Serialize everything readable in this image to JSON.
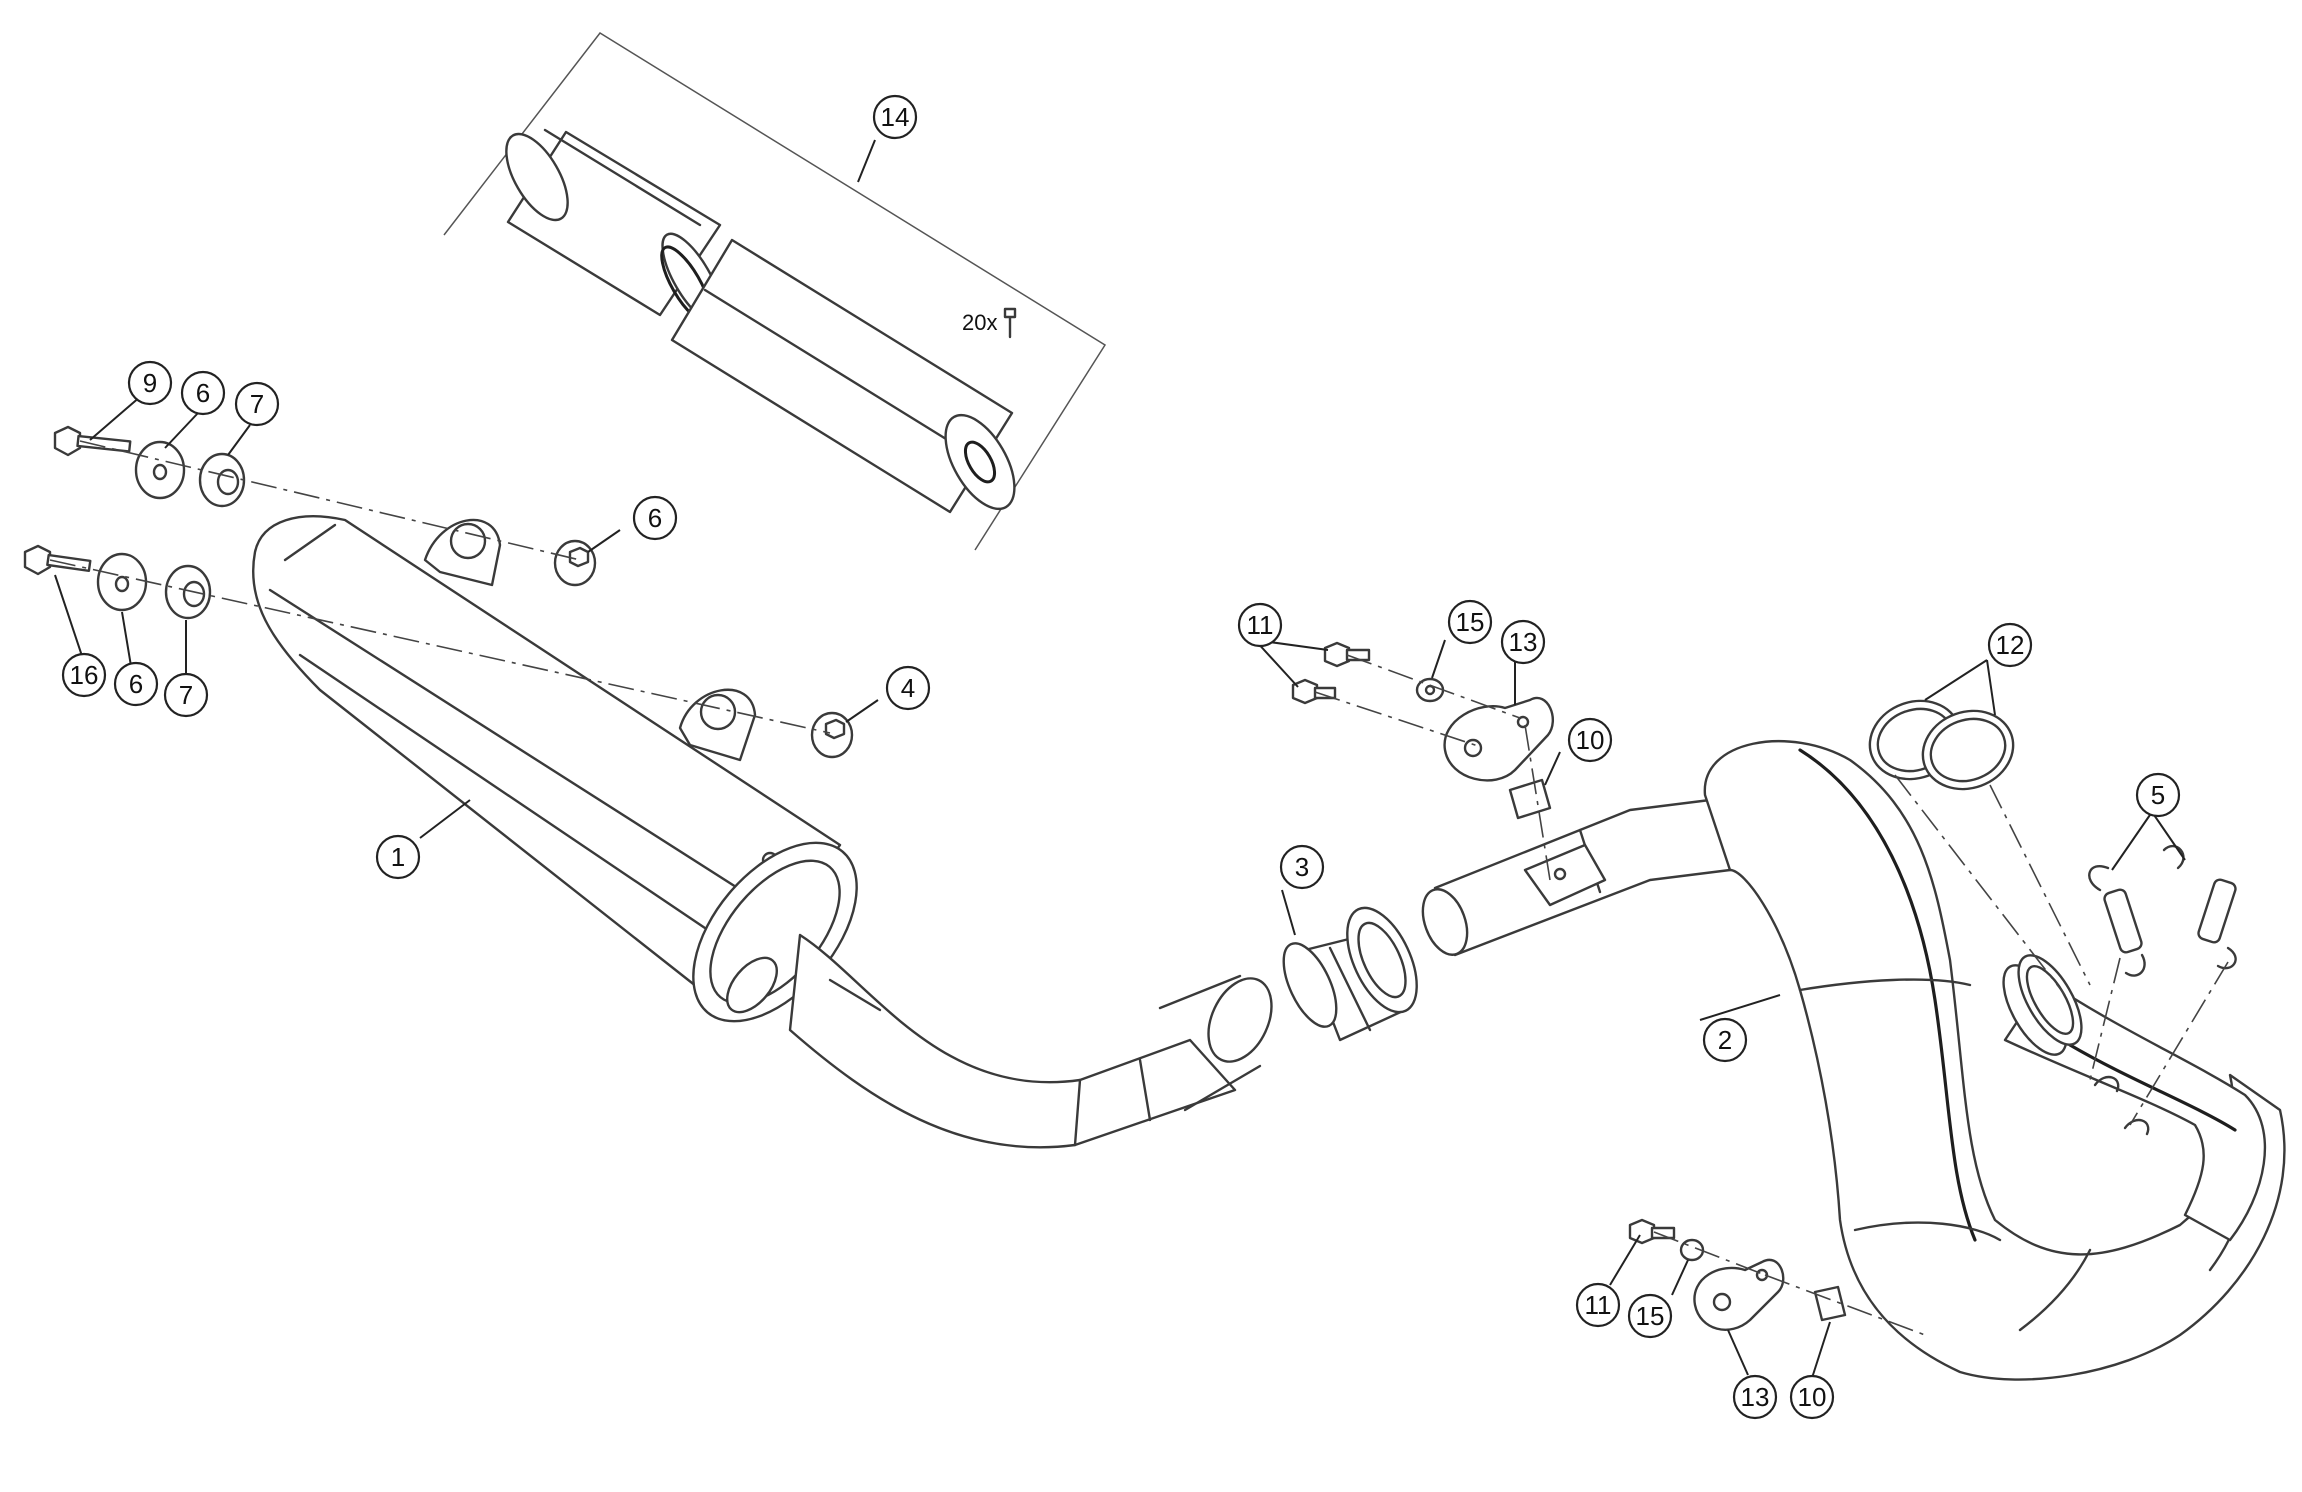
{
  "diagram": {
    "callouts": {
      "c1": "1",
      "c2": "2",
      "c3": "3",
      "c4": "4",
      "c5": "5",
      "c6a": "6",
      "c6b": "6",
      "c6c": "6",
      "c7a": "7",
      "c7b": "7",
      "c9": "9",
      "c10a": "10",
      "c10b": "10",
      "c11a": "11",
      "c11b": "11",
      "c12": "12",
      "c13a": "13",
      "c13b": "13",
      "c14": "14",
      "c15a": "15",
      "c15b": "15",
      "c16": "16"
    },
    "rivet_note": "20x"
  }
}
